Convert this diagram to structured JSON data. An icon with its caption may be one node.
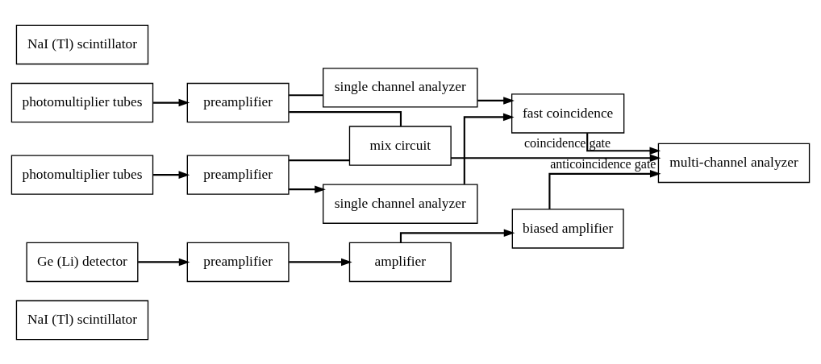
{
  "diagram": {
    "nodes": [
      {
        "text": [
          "NaI (Tl) scintillator"
        ]
      },
      {
        "text": [
          "photomultiplier tubes"
        ]
      },
      {
        "text": [
          "preamplifier"
        ]
      },
      {
        "text": [
          "single channel analyzer"
        ]
      },
      {
        "text": [
          "fast coincidence"
        ]
      },
      {
        "text": [
          "single channel analyzer"
        ]
      },
      {
        "text": [
          "Ge (Li) detector"
        ]
      },
      {
        "text": [
          "preamplifier"
        ]
      },
      {
        "text": [
          "amplifier"
        ]
      },
      {
        "text": [
          "biased amplifier"
        ]
      },
      {
        "text": [
          "multi-channel analyzer"
        ]
      },
      {
        "text": [
          "NaI (Tl) scintillator"
        ]
      },
      {
        "text": [
          "photomultiplier tubes"
        ]
      },
      {
        "text": [
          "preamplifier"
        ]
      },
      {
        "text": [
          "mix circuit"
        ]
      }
    ],
    "edges": [
      {
        "from": 1,
        "to": 2,
        "arrow": "to"
      },
      {
        "from": 2,
        "to": 5,
        "arrow": "none"
      },
      {
        "from": 2,
        "to": 14,
        "arrow": "none"
      },
      {
        "from": 6,
        "to": 7,
        "arrow": "to"
      },
      {
        "from": 7,
        "to": 8,
        "arrow": "to"
      },
      {
        "from": 8,
        "to": 9,
        "arrow": "to"
      },
      {
        "from": 12,
        "to": 13,
        "arrow": "to"
      },
      {
        "from": 13,
        "to": 3,
        "arrow": "to"
      },
      {
        "from": 13,
        "to": 14,
        "arrow": "none"
      },
      {
        "from": 3,
        "to": 4,
        "arrow": "to"
      },
      {
        "from": 5,
        "to": 4,
        "arrow": "to"
      },
      {
        "from": 4,
        "to": 10,
        "arrow": "to",
        "label": "coincidence gate"
      },
      {
        "from": 9,
        "to": 10,
        "arrow": "to"
      },
      {
        "from": 14,
        "to": 10,
        "arrow": "to",
        "label": "anticoincidence gate"
      }
    ]
  }
}
